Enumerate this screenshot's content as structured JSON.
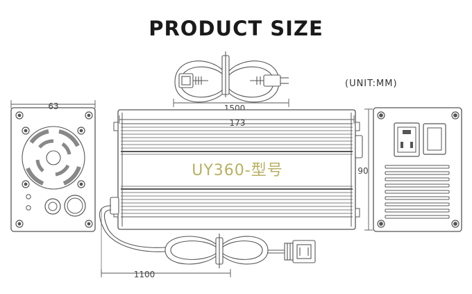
{
  "title": "PRODUCT SIZE",
  "unit": "(UNIT:MM)",
  "dimensions": {
    "front_width": "63",
    "cable_top": "1500",
    "body_length": "173",
    "end_height": "90",
    "cable_bottom": "1100"
  },
  "model": "UY360-型号",
  "colors": {
    "line": "#555555",
    "model_text": "#b8b060"
  }
}
